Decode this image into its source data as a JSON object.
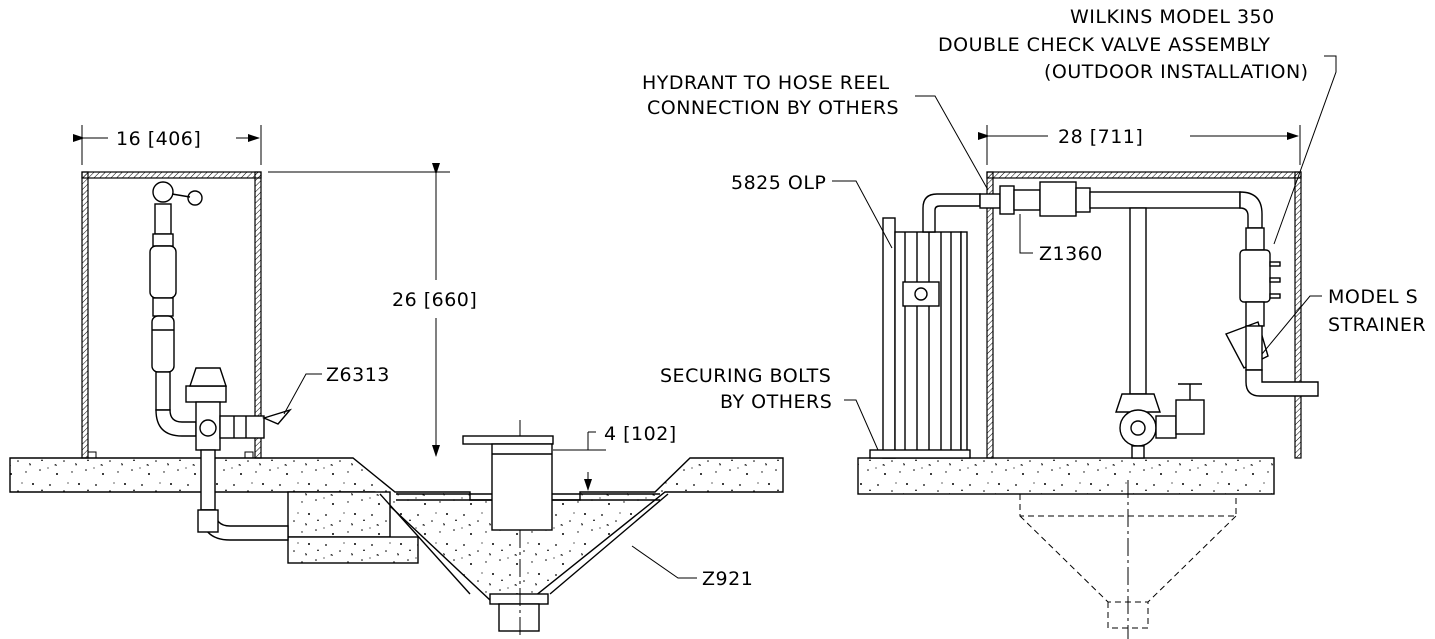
{
  "left_view": {
    "width_dim": "16 [406]",
    "height_dim": "26 [660]",
    "callout_z6313": "Z6313",
    "rise_dim": "4 [102]",
    "callout_z921": "Z921"
  },
  "right_view": {
    "width_dim": "28 [711]",
    "hydrant_note_line1": "HYDRANT TO HOSE REEL",
    "hydrant_note_line2": "CONNECTION BY OTHERS",
    "valve_note_line1": "WILKINS MODEL 350",
    "valve_note_line2": "DOUBLE CHECK VALVE ASSEMBLY",
    "valve_note_line3": "(OUTDOOR INSTALLATION)",
    "hose_reel_label": "5825 OLP",
    "callout_z1360": "Z1360",
    "strainer_line1": "MODEL S",
    "strainer_line2": "STRAINER",
    "bolts_line1": "SECURING BOLTS",
    "bolts_line2": "BY OTHERS"
  }
}
